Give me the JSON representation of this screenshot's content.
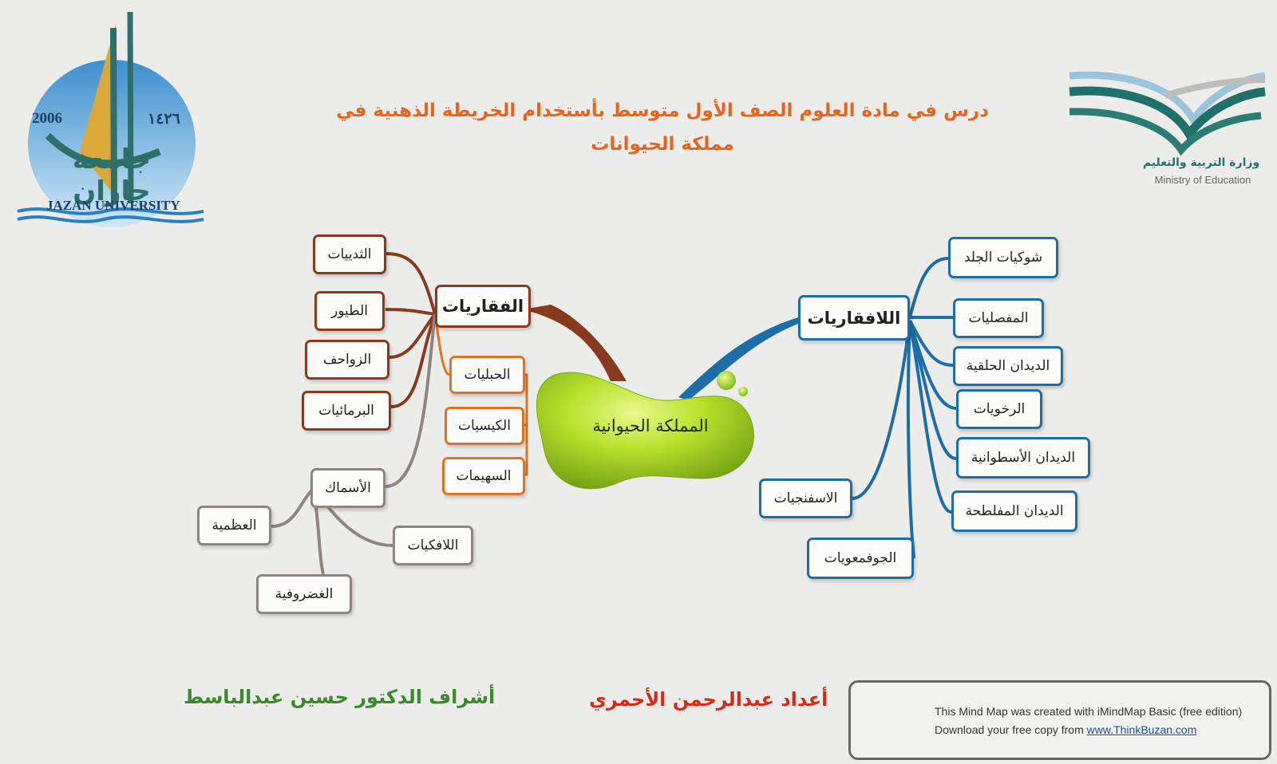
{
  "title": {
    "line1": "درس في مادة العلوم الصف الأول متوسط بأستخدام الخريطة الذهنية في",
    "line2": "مملكة الحيوانات"
  },
  "logos": {
    "university": {
      "name": "JAZAN UNIVERSITY",
      "arabic": "جامعة جازان",
      "year_gregorian": "2006",
      "year_hijri": "١٤٢٦"
    },
    "ministry": {
      "arabic": "وزارة التربية والتعليم",
      "english": "Ministry of Education"
    }
  },
  "mindmap": {
    "center": "المملكة الحيوانية",
    "vertebrates": {
      "label": "الفقاريات",
      "children": [
        "الثدييات",
        "الطيور",
        "الزواحف",
        "البرمائيات"
      ],
      "mammal_types": [
        "الحبليات",
        "الكيسيات",
        "السهيمات"
      ],
      "fish": {
        "label": "الأسماك",
        "children": [
          "العظمية",
          "اللافكيات",
          "الغضروفية"
        ]
      }
    },
    "invertebrates": {
      "label": "اللافقاريات",
      "children": [
        "شوكيات الجلد",
        "المفصليات",
        "الديدان الحلقية",
        "الرخويات",
        "الديدان الأسطوانية",
        "الديدان المفلطحة",
        "الاسفنجيات",
        "الجوفمعويات"
      ]
    }
  },
  "credits": {
    "supervisor": "أشراف الدكتور حسين عبدالباسط",
    "author": "أعداد عبدالرحمن الأحمري"
  },
  "banner": {
    "line1": "This Mind Map was created with iMindMap Basic (free edition)",
    "line2_prefix": "Download your free copy from ",
    "link": "www.ThinkBuzan.com"
  },
  "colors": {
    "title": "#e8641c",
    "author": "#d42a1a",
    "supervisor": "#3a8a2a",
    "brown": "#8a3a1c",
    "orange": "#e0731f",
    "gray": "#8f8580",
    "blue": "#1d6ea8",
    "center": "#9fcf1e"
  }
}
